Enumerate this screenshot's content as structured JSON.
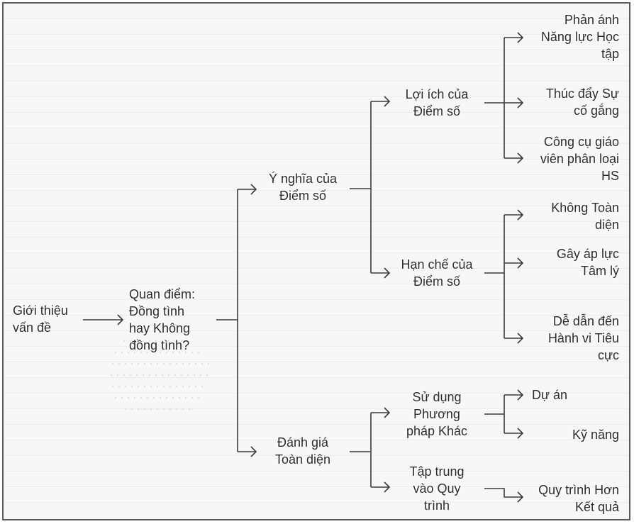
{
  "nodes": {
    "root": [
      "Giới thiệu",
      "vấn đề"
    ],
    "stance": [
      "Quan điểm:",
      "Đồng tình",
      "hay Không",
      "đồng tình?"
    ],
    "meaning": [
      "Ý nghĩa của",
      "Điểm số"
    ],
    "holistic": [
      "Đánh giá",
      "Toàn diện"
    ],
    "benefits": [
      "Lợi ích của",
      "Điểm số"
    ],
    "limits": [
      "Hạn chế của",
      "Điểm số"
    ],
    "other_methods": [
      "Sử dụng",
      "Phương",
      "pháp Khác"
    ],
    "process_focus": [
      "Tập trung",
      "vào Quy",
      "trình"
    ],
    "reflect": [
      "Phản ánh",
      "Năng lực Học",
      "tập"
    ],
    "motivate": [
      "Thúc đẩy Sự",
      "cố gắng"
    ],
    "tool": [
      "Công cụ giáo",
      "viên phân loại",
      "HS"
    ],
    "not_holistic": [
      "Không Toàn",
      "diện"
    ],
    "pressure": [
      "Gây áp lực",
      "Tâm lý"
    ],
    "negative": [
      "Dễ dẫn đến",
      "Hành vi Tiêu",
      "cực"
    ],
    "project": [
      "Dự án"
    ],
    "skills": [
      "Kỹ năng"
    ],
    "process_over_result": [
      "Quy trình Hơn",
      "Kết quả"
    ]
  },
  "colors": {
    "line": "#3a3a3a",
    "text": "#2b2b2b",
    "border": "#5a5a5a"
  }
}
